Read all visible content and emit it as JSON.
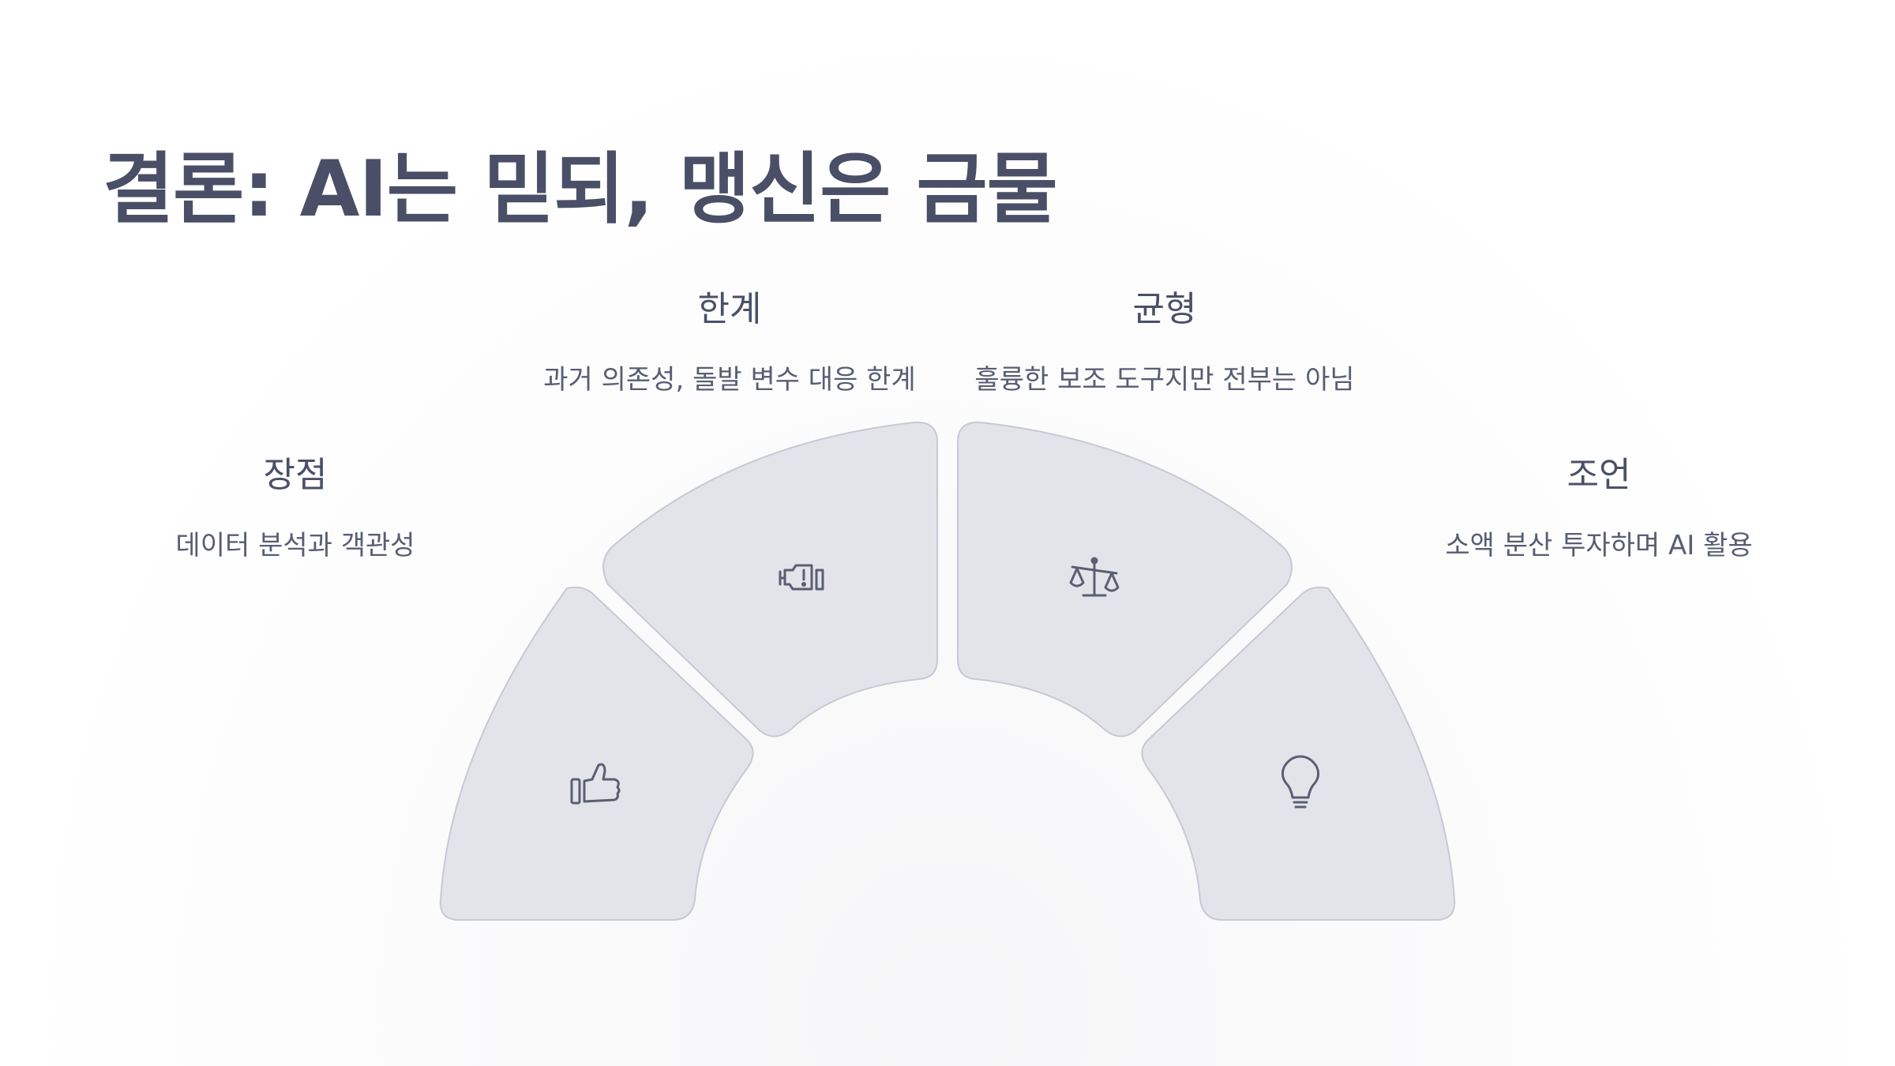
{
  "title": "결론: AI는 믿되, 맹신은 금물",
  "segments": [
    {
      "title": "장점",
      "description": "데이터 분석과 객관성",
      "icon": "thumbs-up-icon"
    },
    {
      "title": "한계",
      "description": "과거 의존성, 돌발 변수 대응 한계",
      "icon": "engine-warning-icon"
    },
    {
      "title": "균형",
      "description": "훌륭한 보조 도구지만 전부는 아님",
      "icon": "scale-icon"
    },
    {
      "title": "조언",
      "description": "소액 분산 투자하며 AI 활용",
      "icon": "lightbulb-icon"
    }
  ],
  "colors": {
    "segment_fill": "#e3e4ea",
    "segment_stroke": "#c7c9d3",
    "text": "#4b5068"
  }
}
